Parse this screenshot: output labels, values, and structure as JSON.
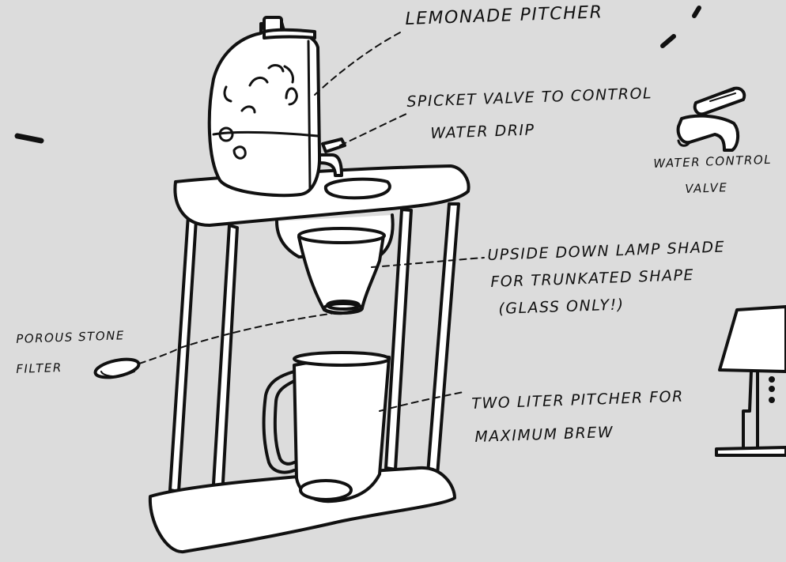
{
  "labels": {
    "lemonade_pitcher": "LEMONADE PITCHER",
    "spicket_line1": "SPICKET VALVE TO CONTROL",
    "spicket_line2": "WATER DRIP",
    "water_control_line1": "WATER CONTROL",
    "water_control_line2": "VALVE",
    "lamp_shade_line1": "UPSIDE DOWN LAMP SHADE",
    "lamp_shade_line2": "FOR TRUNKATED SHAPE",
    "lamp_shade_line3": "(GLASS ONLY!)",
    "stone_filter_line1": "POROUS STONE",
    "stone_filter_line2": "FILTER",
    "two_liter_line1": "TWO LITER PITCHER FOR",
    "two_liter_line2": "MAXIMUM BREW"
  },
  "colors": {
    "background": "#dcdcdc",
    "ink": "#111111",
    "fill": "#ffffff"
  }
}
